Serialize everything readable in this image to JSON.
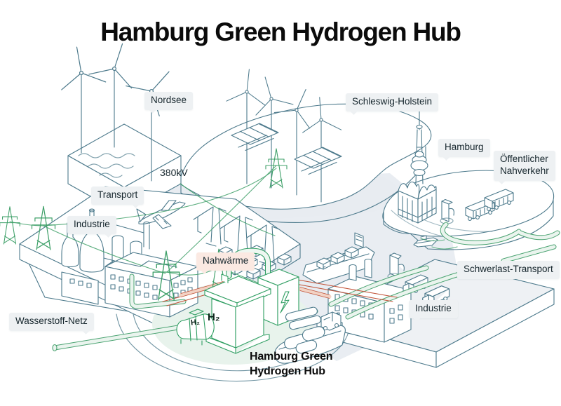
{
  "title": "Hamburg Green Hydrogen Hub",
  "labels": {
    "nordsee": "Nordsee",
    "schleswig_holstein": "Schleswig-Holstein",
    "hamburg": "Hamburg",
    "nahverkehr_line1": "Öffentlicher",
    "nahverkehr_line2": "Nahverkehr",
    "voltage": "380kV",
    "transport": "Transport",
    "industrie_left": "Industrie",
    "nahwaerme": "Nahwärme",
    "schwerlast": "Schwerlast-Transport",
    "industrie_right": "Industrie",
    "wasserstoff_netz": "Wasserstoff-Netz",
    "hub_line1": "Hamburg Green",
    "hub_line2": "Hydrogen Hub",
    "h2_electrolyzer": "H₂",
    "h2_compressor": "H₂"
  },
  "colors": {
    "line_blue": "#4d7a8c",
    "line_green": "#3fa069",
    "hub_green": "#2f9e62",
    "heat_red": "#c2563c",
    "label_bg": "#eef1f3",
    "label_bg_heat": "#fbe9e2",
    "hub_pad_fill": "#e8f3ec",
    "water_gray": "#e9edf2",
    "cloud_gray": "#e8ecf1",
    "text_dark": "#16262d"
  },
  "scene_elements": [
    "offshore-wind-farm-nordsee",
    "onshore-wind-turbines",
    "solar-panels",
    "power-pylons-380kv",
    "tv-tower-hamburg",
    "elbphilharmonie",
    "hydrogen-fuel-station",
    "buses",
    "harbor-cranes",
    "container-stacks",
    "container-ship",
    "gas-carrier-ship",
    "airplane",
    "refinery-factory",
    "electrolyzer-h2",
    "compressor-h2",
    "battery-building",
    "tube-trailer-truck",
    "trucks",
    "hydrogen-pipeline-network",
    "district-heat-lines",
    "small-boat"
  ]
}
